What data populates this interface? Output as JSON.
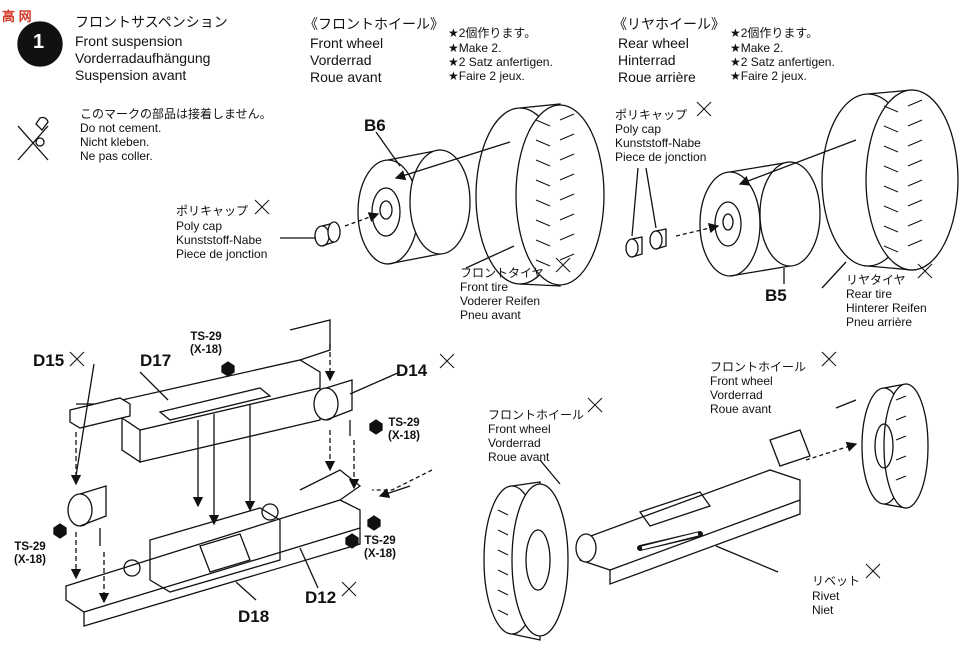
{
  "watermark": "高 网",
  "step": {
    "number": "1",
    "title": [
      "フロントサスペンション",
      "Front suspension",
      "Vorderradaufhängung",
      "Suspension avant"
    ]
  },
  "no_cement": [
    "このマークの部品は接着しません。",
    "Do not cement.",
    "Nicht kleben.",
    "Ne pas coller."
  ],
  "front_wheel_header": {
    "title": [
      "《フロントホイール》",
      "Front wheel",
      "Vorderrad",
      "Roue avant"
    ],
    "notes": [
      "★2個作ります。",
      "★Make 2.",
      "★2 Satz anfertigen.",
      "★Faire 2 jeux."
    ]
  },
  "rear_wheel_header": {
    "title": [
      "《リヤホイール》",
      "Rear wheel",
      "Hinterrad",
      "Roue arrière"
    ],
    "notes": [
      "★2個作ります。",
      "★Make 2.",
      "★2 Satz anfertigen.",
      "★Faire 2 jeux."
    ]
  },
  "poly_cap": [
    "ポリキャップ",
    "Poly cap",
    "Kunststoff-Nabe",
    "Piece de jonction"
  ],
  "front_tire": [
    "フロントタイヤ",
    "Front tire",
    "Voderer Reifen",
    "Pneu avant"
  ],
  "rear_tire": [
    "リヤタイヤ",
    "Rear tire",
    "Hinterer Reifen",
    "Pneu arrière"
  ],
  "front_wheel_label": [
    "フロントホイール",
    "Front wheel",
    "Vorderrad",
    "Roue avant"
  ],
  "rivet": [
    "リベット",
    "Rivet",
    "Niet"
  ],
  "parts": {
    "b6": "B6",
    "b5": "B5",
    "d14": "D14",
    "d15": "D15",
    "d17": "D17",
    "d18": "D18",
    "d12": "D12"
  },
  "screw": {
    "code": "TS-29",
    "alt": "(X-18)"
  }
}
